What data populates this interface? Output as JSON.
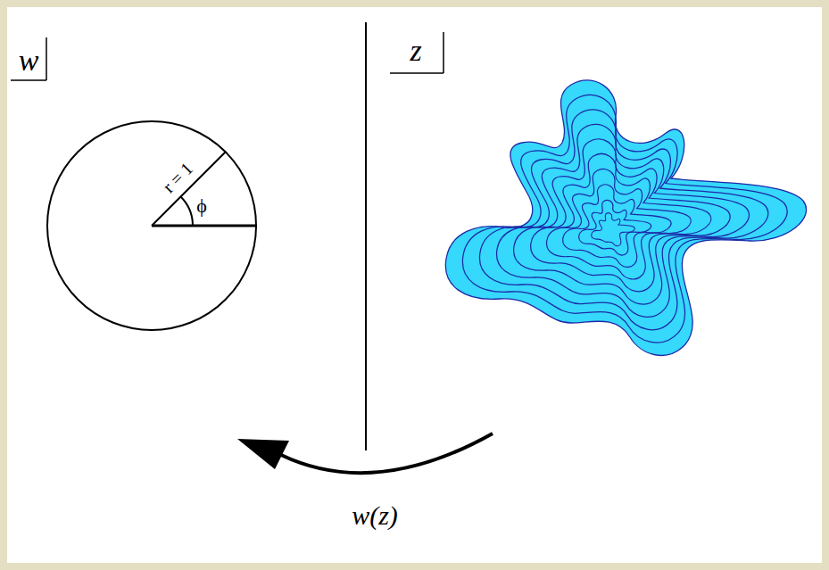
{
  "diagram": {
    "labels": [
      "w",
      "z",
      "r = 1",
      "ϕ",
      "w(z)"
    ]
  }
}
